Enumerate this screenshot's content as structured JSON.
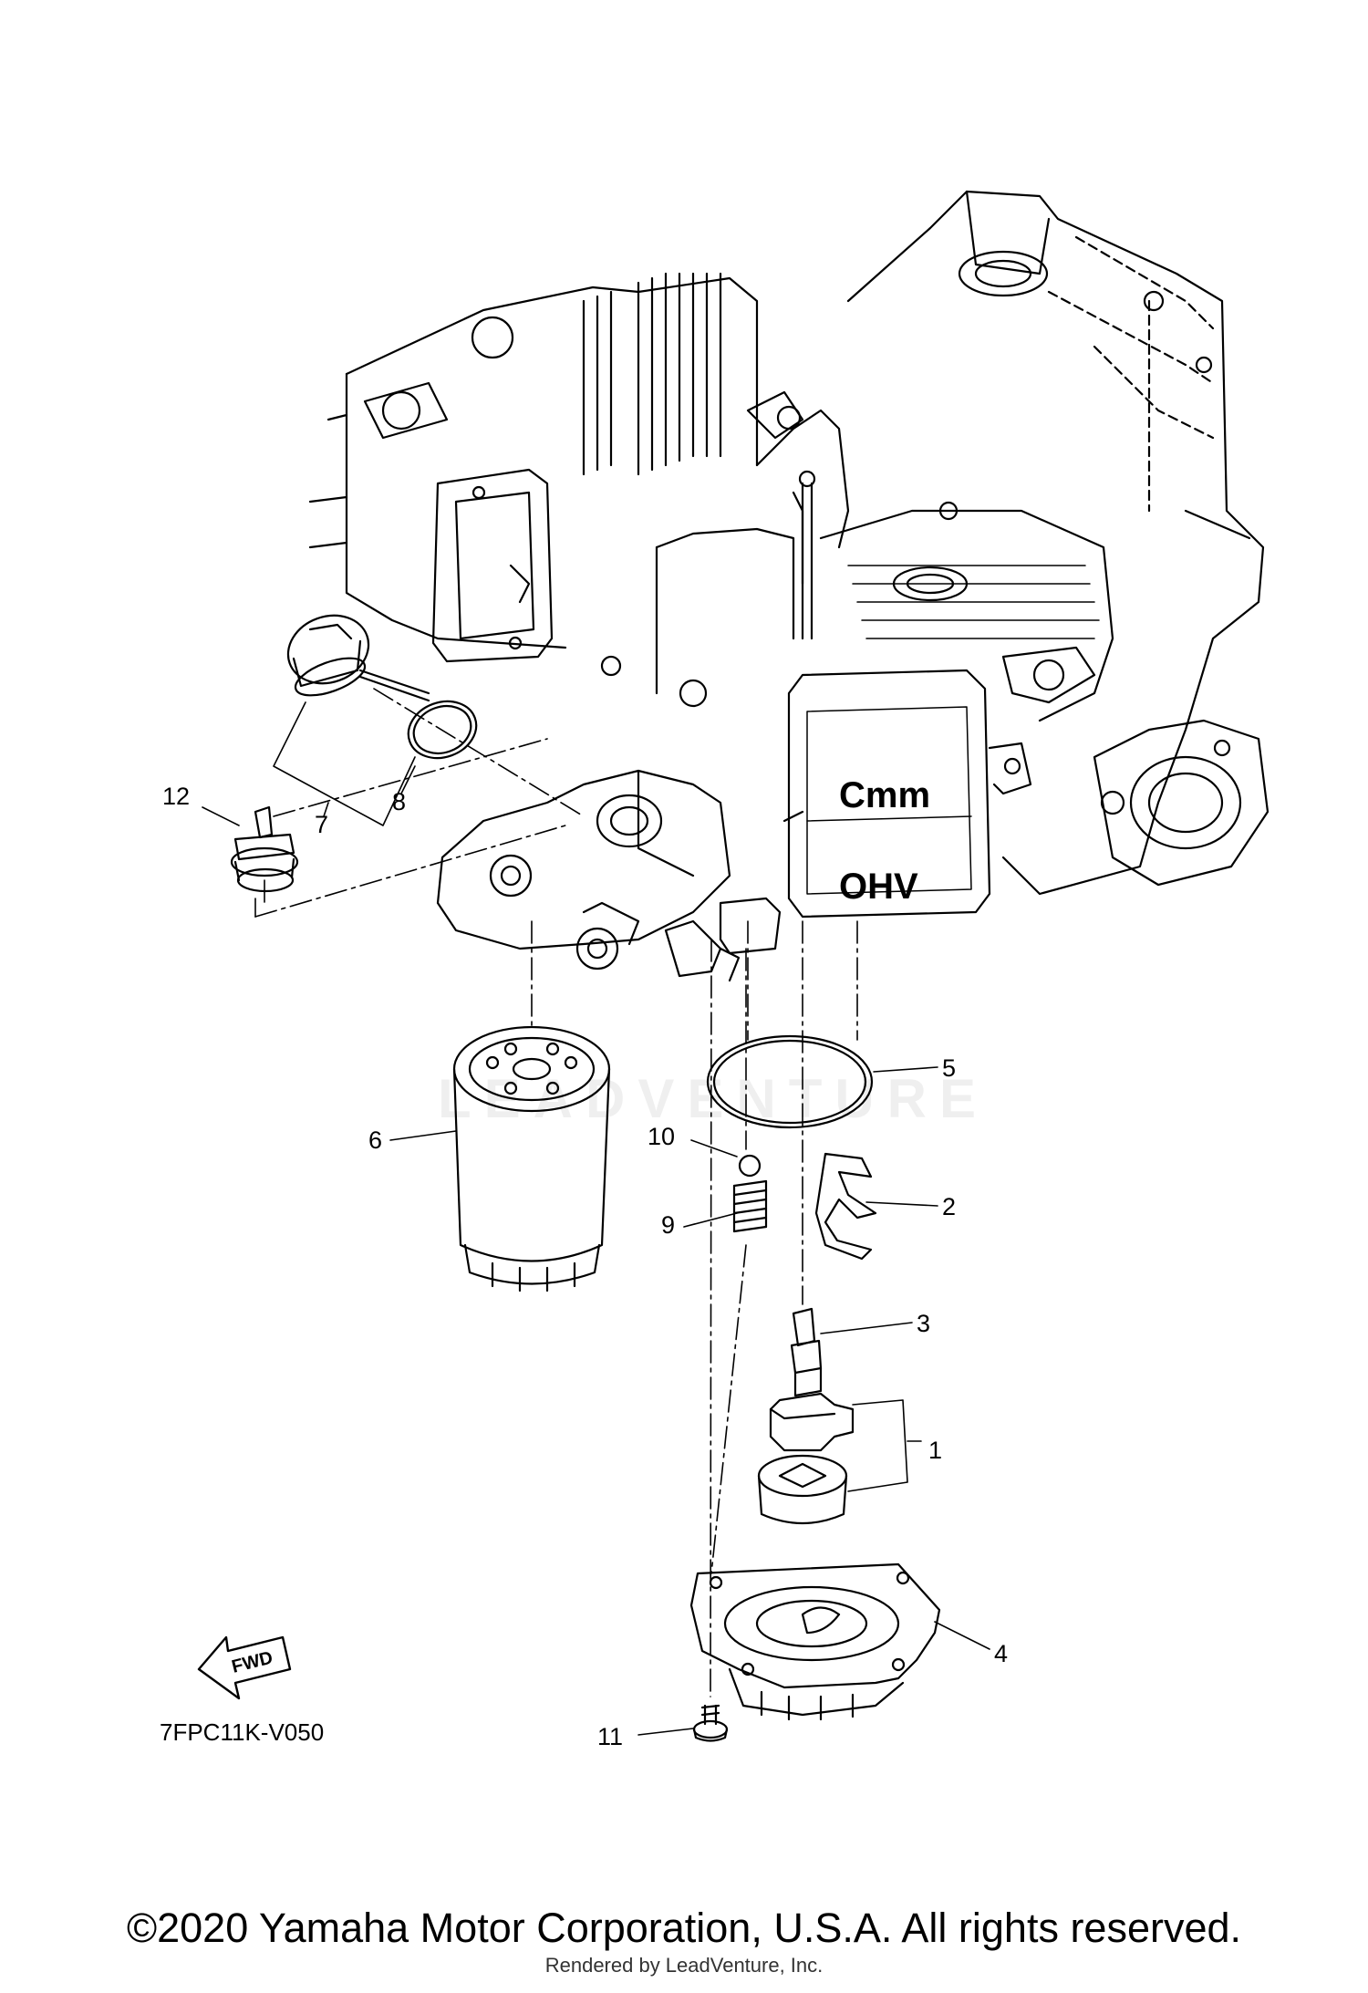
{
  "diagram": {
    "callouts": [
      "1",
      "2",
      "3",
      "4",
      "5",
      "6",
      "7",
      "8",
      "9",
      "10",
      "11",
      "12"
    ],
    "drawing_code": "7FPC11K-V050",
    "fwd_label": "FWD",
    "cover_stamp_1": "Cmm",
    "cover_stamp_2": "OHV",
    "watermark": "LEADVENTURE"
  },
  "footer": {
    "copyright": "©2020 Yamaha Motor Corporation, U.S.A. All rights reserved.",
    "rendered_by": "Rendered by LeadVenture, Inc."
  }
}
